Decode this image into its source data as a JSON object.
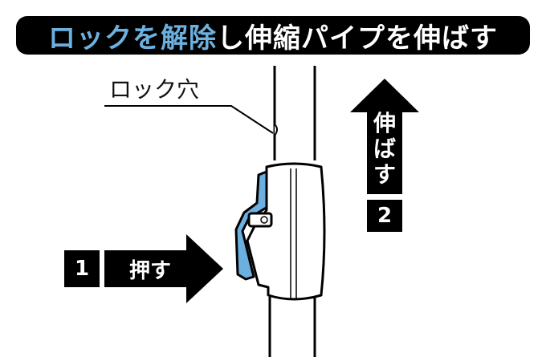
{
  "title": {
    "highlight": "ロックを解除",
    "rest": "し伸縮パイプを伸ばす",
    "highlight_color": "#6cb0e0"
  },
  "callout": {
    "label": "ロック穴"
  },
  "steps": [
    {
      "number": "1",
      "label": "押す",
      "direction": "right"
    },
    {
      "number": "2",
      "label": "伸ばす",
      "direction": "up"
    }
  ],
  "colors": {
    "lever": "#6cb0e0",
    "outline": "#000000",
    "background": "#ffffff"
  }
}
